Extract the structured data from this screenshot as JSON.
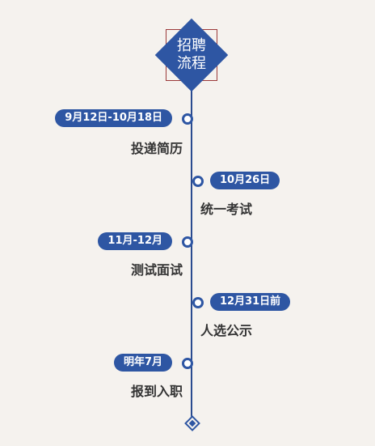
{
  "header": {
    "title_line1": "招聘",
    "title_line2": "流程"
  },
  "steps": [
    {
      "date": "9月12日-10月18日",
      "label": "投递简历",
      "side": "left"
    },
    {
      "date": "10月26日",
      "label": "统一考试",
      "side": "right"
    },
    {
      "date": "11月-12月",
      "label": "测试面试",
      "side": "left"
    },
    {
      "date": "12月31日前",
      "label": "人选公示",
      "side": "right"
    },
    {
      "date": "明年7月",
      "label": "报到入职",
      "side": "left"
    }
  ],
  "colors": {
    "accent": "#2e56a3",
    "background": "#f5f2ee",
    "text": "#333333"
  }
}
